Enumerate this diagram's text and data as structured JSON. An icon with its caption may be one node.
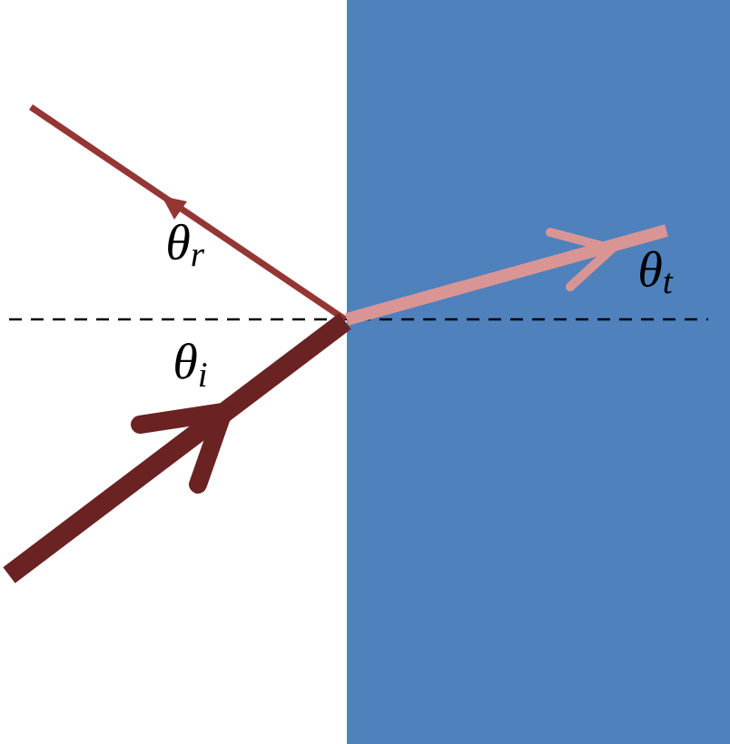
{
  "diagram": {
    "labels": [
      "θ$_{r}$",
      "θ$_{i}$",
      "θ$_{t}$"
    ]
  }
}
